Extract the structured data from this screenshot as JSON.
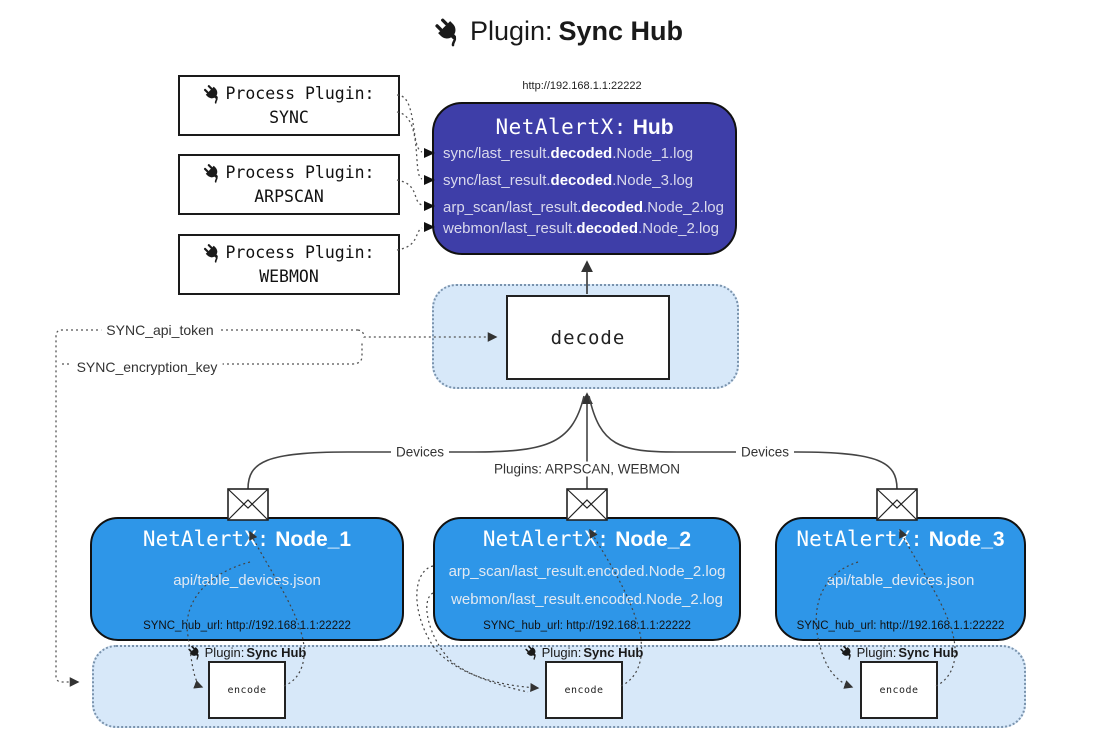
{
  "title": {
    "prefix": "Plugin:",
    "name": "Sync Hub"
  },
  "hub": {
    "url": "http://192.168.1.1:22222",
    "name_prefix": "NetAlertX:",
    "name": "Hub",
    "logs": [
      {
        "pre": "sync/last_result.",
        "bold": "decoded",
        "post": ".Node_1.log"
      },
      {
        "pre": "sync/last_result.",
        "bold": "decoded",
        "post": ".Node_3.log"
      },
      {
        "pre": "arp_scan/last_result.",
        "bold": "decoded",
        "post": ".Node_2.log"
      },
      {
        "pre": "webmon/last_result.",
        "bold": "decoded",
        "post": ".Node_2.log"
      }
    ]
  },
  "process_plugins": [
    {
      "label": "Process Plugin:",
      "name": "SYNC"
    },
    {
      "label": "Process Plugin:",
      "name": "ARPSCAN"
    },
    {
      "label": "Process Plugin:",
      "name": "WEBMON"
    }
  ],
  "decode_label": "decode",
  "settings": {
    "api_token": "SYNC_api_token",
    "encryption_key": "SYNC_encryption_key"
  },
  "edge_labels": {
    "devices_left": "Devices",
    "plugins_mid": "Plugins: ARPSCAN, WEBMON",
    "devices_right": "Devices"
  },
  "nodes": [
    {
      "name_prefix": "NetAlertX:",
      "name": "Node_1",
      "files": [
        "api/table_devices.json"
      ],
      "hub_url": "SYNC_hub_url: http://192.168.1.1:22222"
    },
    {
      "name_prefix": "NetAlertX:",
      "name": "Node_2",
      "files": [
        "arp_scan/last_result.encoded.Node_2.log",
        "webmon/last_result.encoded.Node_2.log"
      ],
      "hub_url": "SYNC_hub_url: http://192.168.1.1:22222"
    },
    {
      "name_prefix": "NetAlertX:",
      "name": "Node_3",
      "files": [
        "api/table_devices.json"
      ],
      "hub_url": "SYNC_hub_url: http://192.168.1.1:22222"
    }
  ],
  "encoders": [
    {
      "plugin_prefix": "Plugin:",
      "plugin_name": "Sync Hub",
      "label": "encode"
    },
    {
      "plugin_prefix": "Plugin:",
      "plugin_name": "Sync Hub",
      "label": "encode"
    },
    {
      "plugin_prefix": "Plugin:",
      "plugin_name": "Sync Hub",
      "label": "encode"
    }
  ],
  "colors": {
    "hub_fill": "#3e3ea8",
    "node_fill": "#2e96e8",
    "panel_fill": "#d7e8f9",
    "panel_border": "#7a93ad",
    "arrow": "#333333"
  }
}
